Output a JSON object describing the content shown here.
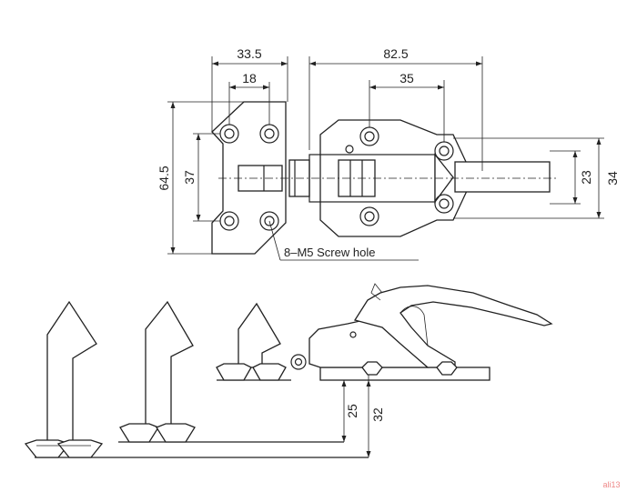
{
  "dimensions": {
    "top_overall_width_left": "33.5",
    "top_inner_width_left": "18",
    "top_overall_width_right": "82.5",
    "top_inner_width_right": "35",
    "left_overall_height": "64.5",
    "left_inner_height": "37",
    "right_inner_height": "23",
    "right_overall_height": "34",
    "side_height_small": "25",
    "side_height_large": "32"
  },
  "annotations": {
    "screw_hole_note": "8–M5 Screw hole"
  },
  "watermark": "ali13",
  "colors": {
    "line": "#222222",
    "background": "#ffffff"
  }
}
